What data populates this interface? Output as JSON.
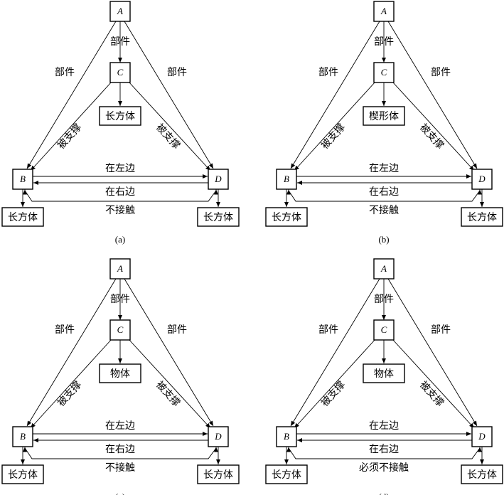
{
  "nodes": {
    "a": "A",
    "b": "B",
    "c": "C",
    "d": "D"
  },
  "panels": [
    {
      "caption": "(a)",
      "labels": {
        "part_left": "部件",
        "part_center": "部件",
        "part_right": "部件",
        "supported_left": "被支撑",
        "supported_right": "被支撑",
        "left_of": "在左边",
        "right_of": "在右边",
        "no_contact": "不接触"
      },
      "shapes": {
        "c": "长方体",
        "b": "长方体",
        "d": "长方体"
      }
    },
    {
      "caption": "(b)",
      "labels": {
        "part_left": "部件",
        "part_center": "部件",
        "part_right": "部件",
        "supported_left": "被支撑",
        "supported_right": "被支撑",
        "left_of": "在左边",
        "right_of": "在右边",
        "no_contact": "不接触"
      },
      "shapes": {
        "c": "楔形体",
        "b": "长方体",
        "d": "长方体"
      }
    },
    {
      "caption": "(c)",
      "labels": {
        "part_left": "部件",
        "part_center": "部件",
        "part_right": "部件",
        "supported_left": "被支撑",
        "supported_right": "被支撑",
        "left_of": "在左边",
        "right_of": "在右边",
        "no_contact": "不接触"
      },
      "shapes": {
        "c": "物体",
        "b": "长方体",
        "d": "长方体"
      }
    },
    {
      "caption": "(d)",
      "labels": {
        "part_left": "部件",
        "part_center": "部件",
        "part_right": "部件",
        "supported_left": "被支撑",
        "supported_right": "被支撑",
        "left_of": "在左边",
        "right_of": "在右边",
        "no_contact": "必须不接触"
      },
      "shapes": {
        "c": "物体",
        "b": "长方体",
        "d": "长方体"
      }
    }
  ]
}
